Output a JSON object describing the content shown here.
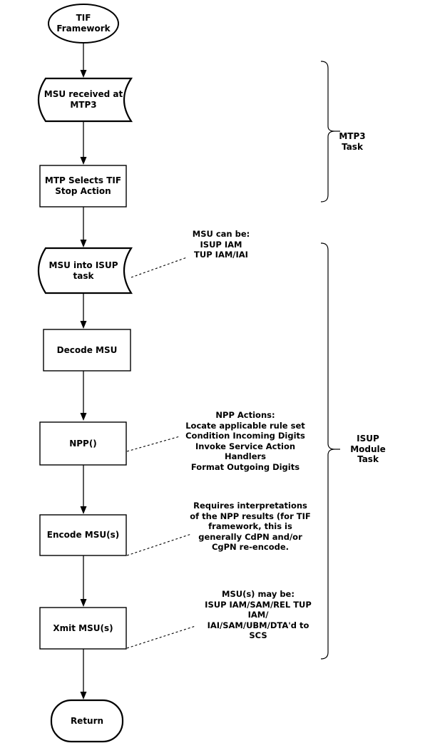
{
  "nodes": {
    "start": {
      "type": "terminator",
      "label": "TIF\nFramework"
    },
    "msu_received": {
      "type": "stored-data",
      "label": "MSU received at\nMTP3"
    },
    "mtp_selects": {
      "type": "process",
      "label": "MTP Selects TIF\nStop Action"
    },
    "msu_into_isup": {
      "type": "stored-data",
      "label": "MSU into ISUP\ntask"
    },
    "decode_msu": {
      "type": "process",
      "label": "Decode MSU"
    },
    "npp": {
      "type": "process",
      "label": "NPP()"
    },
    "encode_msu": {
      "type": "process",
      "label": "Encode MSU(s)"
    },
    "xmit_msu": {
      "type": "process",
      "label": "Xmit MSU(s)"
    },
    "return": {
      "type": "terminator",
      "label": "Return"
    }
  },
  "annotations": {
    "msu_types_in": "MSU can be:\nISUP IAM\nTUP IAM/IAI",
    "npp_actions": "NPP Actions:\nLocate applicable rule set\nCondition Incoming Digits\nInvoke Service Action\nHandlers\nFormat Outgoing Digits",
    "encode_note": "Requires interpretations\nof the NPP results (for TIF\nframework, this is\ngenerally CdPN and/or\nCgPN re-encode.",
    "msu_types_out": "MSU(s) may be:\nISUP IAM/SAM/REL TUP\nIAM/\nIAI/SAM/UBM/DTA'd to\nSCS"
  },
  "groups": {
    "mtp3_task": "MTP3\nTask",
    "isup_module_task": "ISUP\nModule\nTask"
  },
  "colors": {
    "stroke": "#000000",
    "text": "#000000",
    "background": "#ffffff"
  }
}
